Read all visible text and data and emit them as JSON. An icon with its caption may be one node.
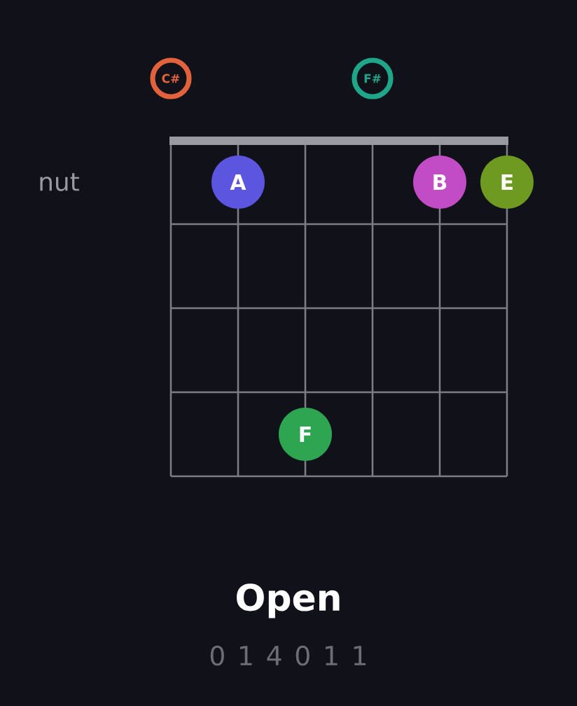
{
  "diagram": {
    "title": "Open",
    "nodes": [
      {
        "text": [
          "C#"
        ]
      },
      {
        "text": [
          "F#"
        ]
      },
      {
        "text": [
          "A"
        ]
      },
      {
        "text": [
          "B"
        ]
      },
      {
        "text": [
          "E"
        ]
      },
      {
        "text": [
          "F"
        ]
      }
    ],
    "labels": [
      "nut",
      "0 1 4 0 1 1"
    ]
  }
}
